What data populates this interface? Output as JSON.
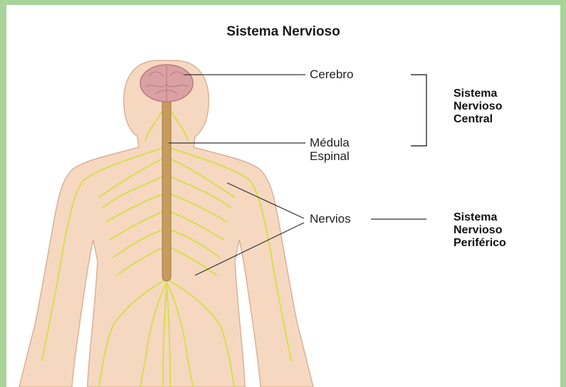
{
  "diagram": {
    "title": "Sistema Nervioso",
    "labels": {
      "brain": "Cerebro",
      "spinal_cord_line1": "Médula",
      "spinal_cord_line2": "Espinal",
      "nerves": "Nervios"
    },
    "groups": {
      "central": [
        "Sistema",
        "Nervioso",
        "Central"
      ],
      "peripheral": [
        "Sistema",
        "Nervioso",
        "Periférico"
      ]
    }
  },
  "colors": {
    "frame": "#a8d49a",
    "skin": "#f6d8c1",
    "brain": "#d9a1a3",
    "nerve": "#d8dd4f",
    "spinal_cord": "#c69b5d"
  }
}
